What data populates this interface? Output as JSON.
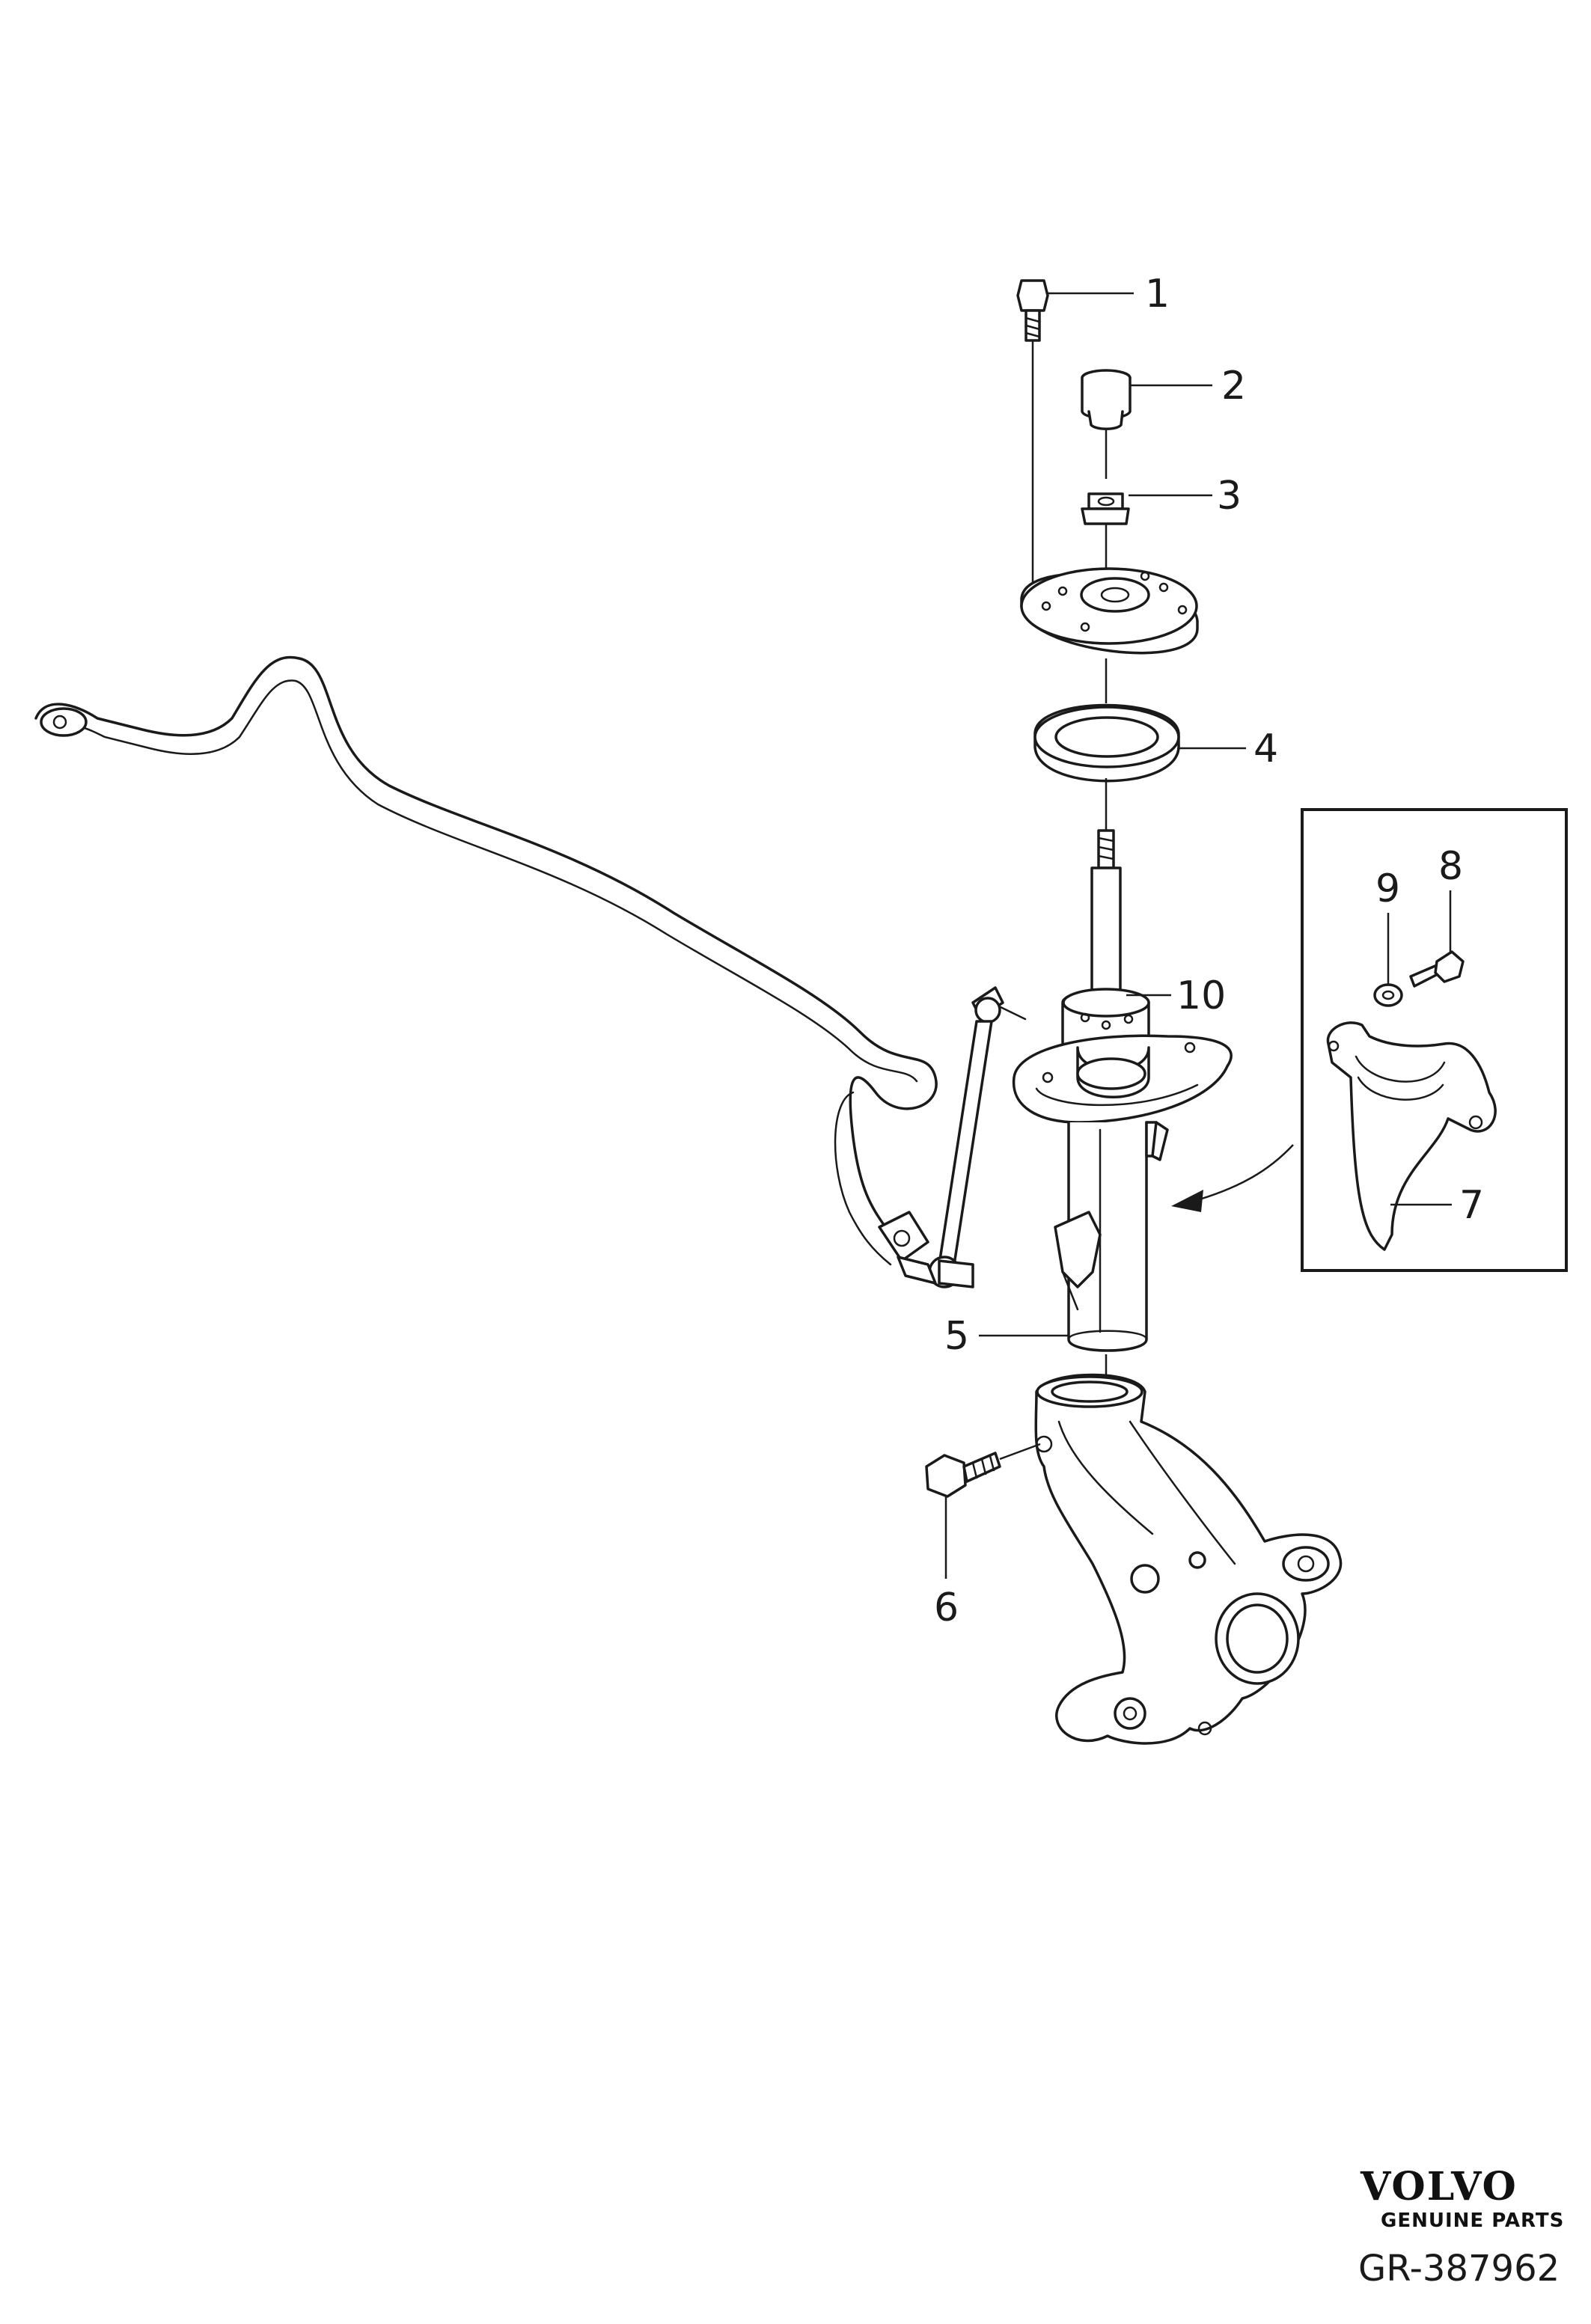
{
  "diagram": {
    "callouts": [
      "1",
      "2",
      "3",
      "4",
      "5",
      "6",
      "7",
      "8",
      "9",
      "10"
    ]
  },
  "footer": {
    "brand": "VOLVO",
    "brand_sub": "GENUINE PARTS",
    "reference": "GR-387962"
  }
}
